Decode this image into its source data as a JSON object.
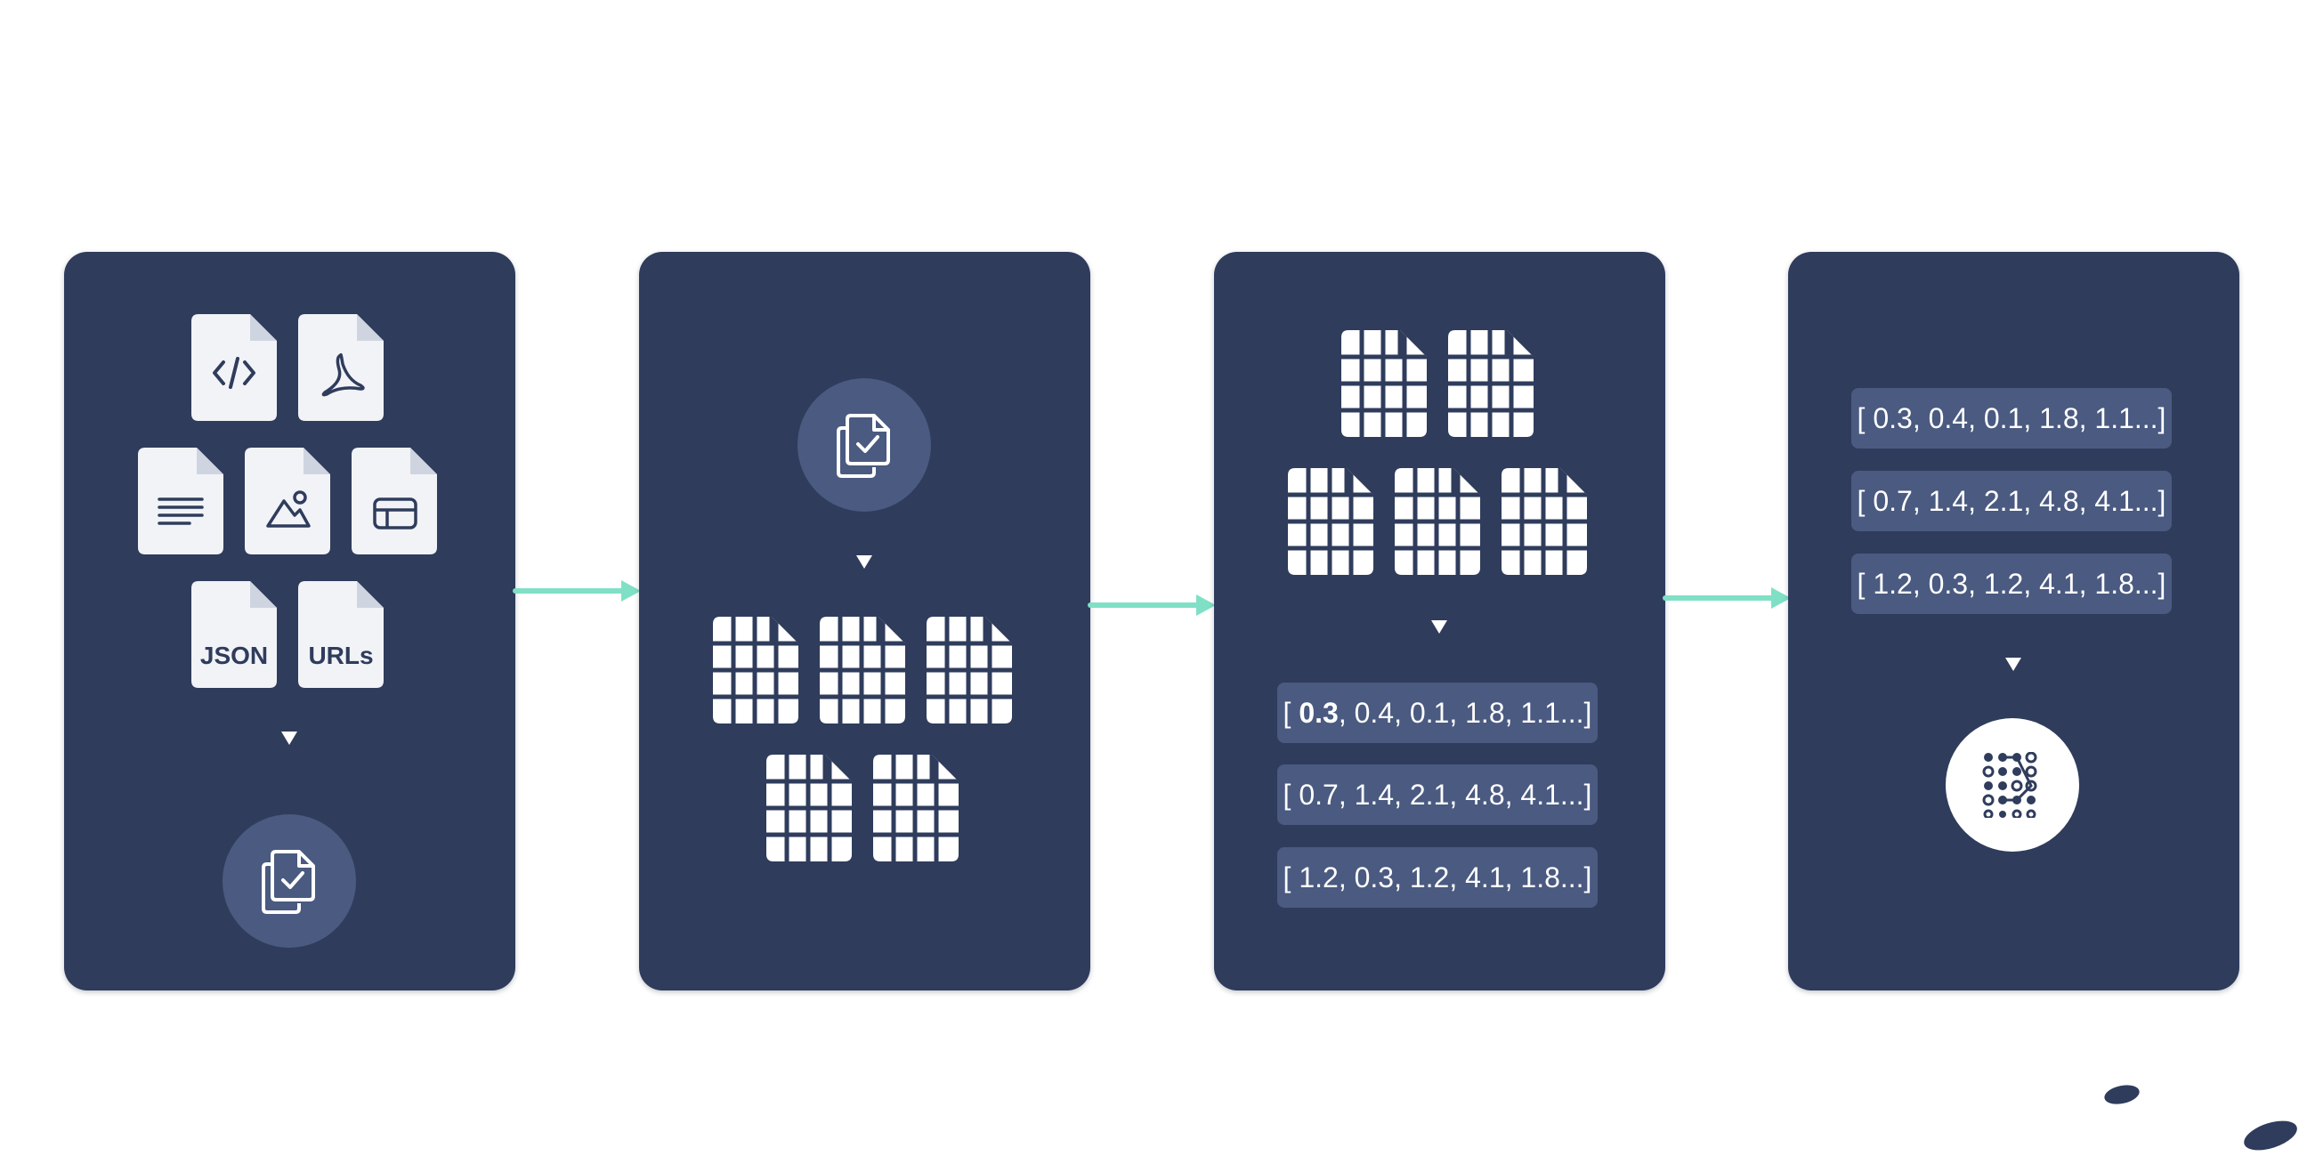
{
  "colors": {
    "panel": "#2f3c5c",
    "pill": "#4a5a80",
    "arrow": "#7fe0c6",
    "doc_light": "#f1f3f7",
    "ink": "#2f3c5c"
  },
  "stage1": {
    "files": [
      {
        "icon": "code-file-icon",
        "label": ""
      },
      {
        "icon": "pdf-file-icon",
        "label": ""
      },
      {
        "icon": "text-file-icon",
        "label": ""
      },
      {
        "icon": "image-file-icon",
        "label": ""
      },
      {
        "icon": "table-file-icon",
        "label": ""
      },
      {
        "icon": "json-file-icon",
        "label": "JSON"
      },
      {
        "icon": "urls-file-icon",
        "label": "URLs"
      }
    ],
    "output_icon": "copy-check-icon"
  },
  "stage2": {
    "input_icon": "copy-check-icon",
    "chunk_count": 5,
    "chunk_icon": "grid-chunk-icon"
  },
  "stage3": {
    "chunk_count": 5,
    "chunk_icon": "grid-chunk-icon",
    "vectors": [
      {
        "bold": "0.3",
        "rest": ", 0.4, 0.1, 1.8, 1.1...]",
        "open": "[ "
      },
      {
        "bold": "",
        "rest": "0.7, 1.4, 2.1, 4.8, 4.1...]",
        "open": "[ "
      },
      {
        "bold": "",
        "rest": "1.2, 0.3, 1.2, 4.1, 1.8...]",
        "open": "[ "
      }
    ]
  },
  "stage4": {
    "vectors": [
      "[ 0.3, 0.4, 0.1, 1.8, 1.1...]",
      "[ 0.7, 1.4, 2.1, 4.8, 4.1...]",
      "[ 1.2, 0.3, 1.2, 4.1, 1.8...]"
    ],
    "output_icon": "vector-database-icon"
  }
}
